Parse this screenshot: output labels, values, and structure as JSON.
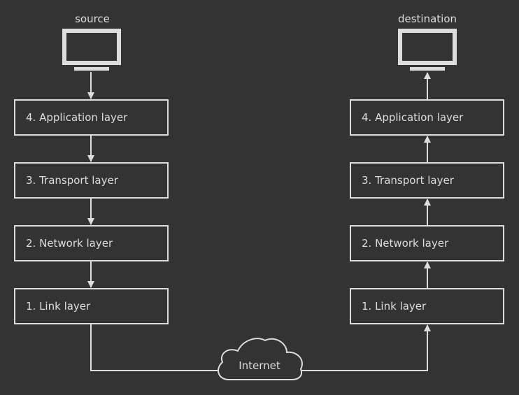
{
  "diagram": {
    "source_label": "source",
    "destination_label": "destination",
    "cloud_label": "Internet",
    "source_stack": {
      "layers": [
        "4. Application layer",
        "3. Transport layer",
        "2. Network layer",
        "1. Link layer"
      ]
    },
    "destination_stack": {
      "layers": [
        "4. Application layer",
        "3. Transport layer",
        "2. Network layer",
        "1. Link layer"
      ]
    }
  },
  "colors": {
    "background": "#333333",
    "foreground": "#dddddd"
  }
}
